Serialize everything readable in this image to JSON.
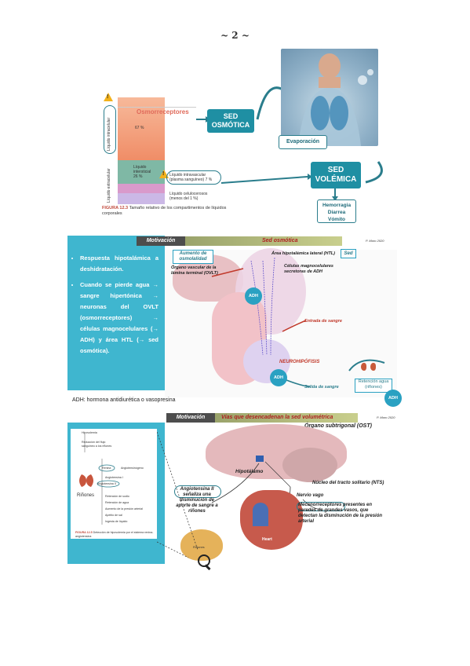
{
  "page_number": "~ 2 ~",
  "section1": {
    "osmoreceptors_label": "Osmorreceptores",
    "pct_intracellular": "67 %",
    "label_intracellular": "Líquido intracelular",
    "label_extracellular": "Líquido extracelular",
    "label_interstitial": "Líquido intersticial",
    "pct_interstitial": "26 %",
    "label_plasma": "Líquido intravascular (plasma sanguíneo) 7 %",
    "label_transcellular": "Líquido celulocerosos (menos del 1 %)",
    "sed_osmotica": "SED OSMÓTICA",
    "sed_volemica": "SED VOLÉMICA",
    "evaporacion": "Evaporación",
    "causes": [
      "Hemorragia",
      "Diarrea",
      "Vómito"
    ],
    "caption_fig": "FIGURA 12.3",
    "caption_text": "Tamaño relativo de los compartimentos de líquidos corporales",
    "warning_icon": "warning-triangle-icon",
    "colors": {
      "intracellular": "#f08d67",
      "interstitial": "#7fb8a5",
      "plasma": "#d99acb",
      "accent": "#1f8fa3"
    }
  },
  "section2": {
    "header_left": "Motivación",
    "header_right": "Sed osmótica",
    "author": "P. Moro 2020",
    "bullets": [
      "Respuesta hipotalámica a deshidratación.",
      "Cuando se pierde agua → sangre hipertónica → neuronas del OVLT (osmorreceptores) → células magnocelulares (→ ADH) y área HTL (→ sed osmótica)."
    ],
    "aumento": "Aumento de osmolalidad",
    "ovlt": "Órgano vascular de la lámina terminal (OVLT)",
    "htl": "Área hipotalámica lateral (HTL)",
    "sed_small": "Sed",
    "magno": "Células magnocelulares secretoras de ADH",
    "adh": "ADH",
    "entrada": "Entrada de sangre",
    "neurohipofisis": "NEUROHIPÓFISIS",
    "salida": "Salida de sangre",
    "retencion": "Retención agua (riñones)",
    "footnote": "ADH: hormona antidiurética o vasopresina"
  },
  "section3": {
    "header_left": "Motivación",
    "header_right": "Vías que desencadenan la sed volumétrica",
    "author": "P. Moro 2020",
    "ost": "Órgano subtrigonal (OST)",
    "hipotalamo": "Hipotálamo",
    "nts": "Núcleo del tracto solitario (NTS)",
    "vago": "Nervio vago",
    "angiotensina": "Angiotensina II señaliza una disminución de aporte de sangre a riñones",
    "mecano": "Mecanorreceptores presentes en paredes de grandes vasos, que detectan la disminución de la presión arterial",
    "heart_label": "Heart",
    "kidney_label": "Riñones",
    "fig_items": [
      "Hipovolemia",
      "Reducción del flujo sanguíneo a los riñones",
      "Renina",
      "Angiotensinógeno",
      "Angiotensina I",
      "Angiotensina II",
      "Retención de sodio",
      "Retención de agua",
      "Aumento de la presión arterial",
      "Apetito de sal",
      "Ingesta de líquido"
    ],
    "fig_caption_num": "FIGURA 12.5",
    "fig_caption": "Detección de hipovolemia por el sistema renina-angiotensina"
  }
}
